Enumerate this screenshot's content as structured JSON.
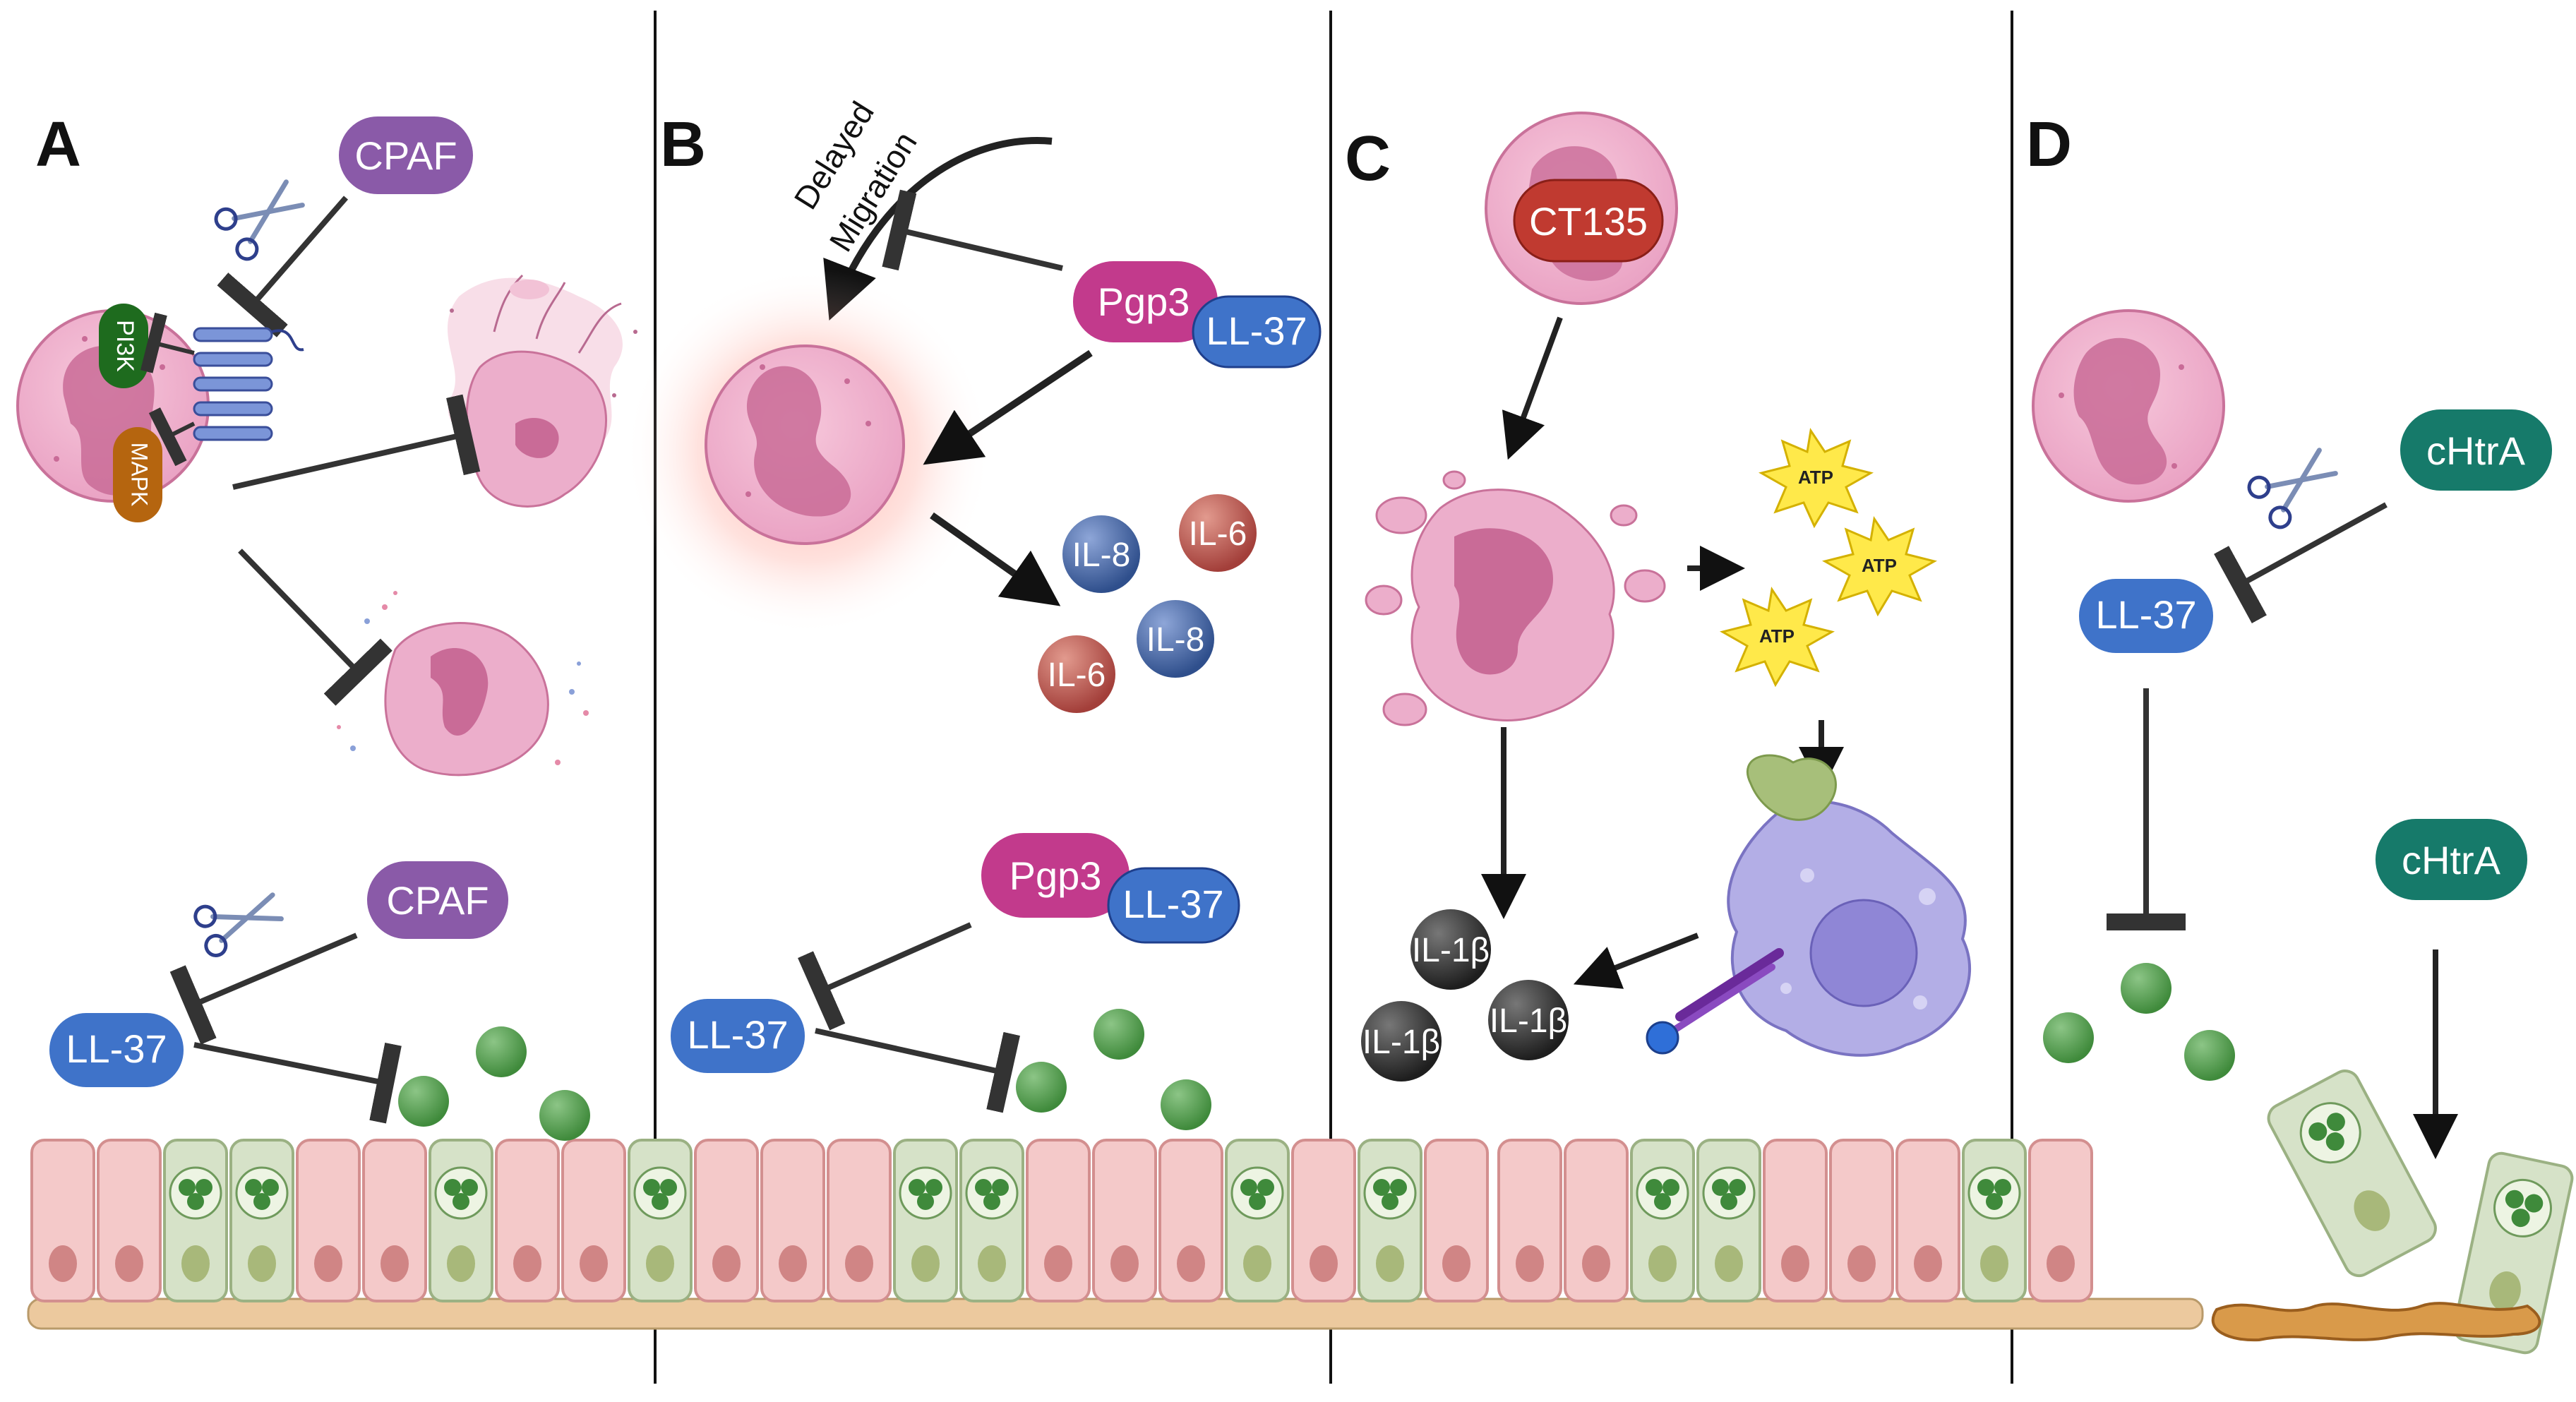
{
  "panels": {
    "A": "A",
    "B": "B",
    "C": "C",
    "D": "D"
  },
  "panel_a": {
    "cpaf_top": "CPAF",
    "pi3k": "PI3K",
    "mapk": "MAPK",
    "cpaf_bottom": "CPAF",
    "ll37": "LL-37"
  },
  "panel_b": {
    "delayed": "Delayed",
    "migration": "Migration",
    "pgp3_top": "Pgp3",
    "ll37_top": "LL-37",
    "il8_a": "IL-8",
    "il6_a": "IL-6",
    "il8_b": "IL-8",
    "il6_b": "IL-6",
    "pgp3_bottom": "Pgp3",
    "ll37_bottom_pair": "LL-37",
    "ll37_left": "LL-37"
  },
  "panel_c": {
    "ct135": "CT135",
    "atp_1": "ATP",
    "atp_2": "ATP",
    "atp_3": "ATP",
    "il1b_1": "IL-1β",
    "il1b_2": "IL-1β",
    "il1b_3": "IL-1β"
  },
  "panel_d": {
    "chtra_top": "cHtrA",
    "ll37": "LL-37",
    "chtra_bottom": "cHtrA"
  },
  "colors": {
    "neutrophil": "#efb3cf",
    "nucleus": "#c96b97",
    "cpaf": "#8a5aa8",
    "ll37": "#3f73c9",
    "pgp3": "#c23a8c",
    "ct135": "#c03a30",
    "chtra": "#167a6a",
    "pi3k": "#1e6b1e",
    "mapk": "#b5650f",
    "bacteria": "#4e9a4a",
    "epithelium": "#f4c9c9",
    "infected_cell": "#d6e2c8",
    "il8": "#3b5a9a",
    "il6": "#b54c4c",
    "il1b": "#2b2b2b",
    "macrophage": "#b3aee6"
  }
}
